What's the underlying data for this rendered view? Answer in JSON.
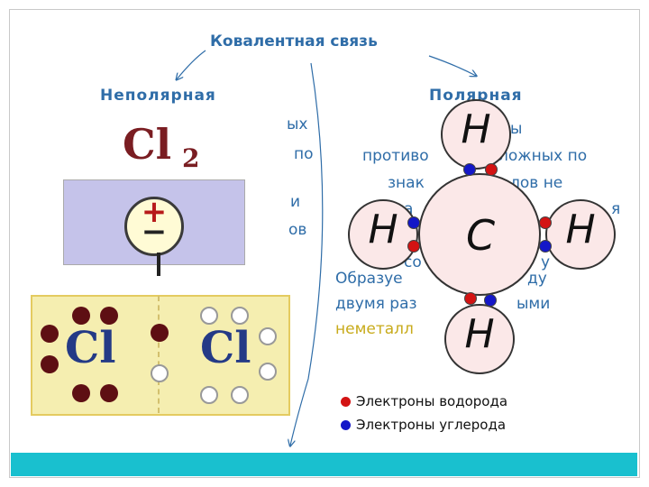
{
  "title": "Ковалентная связь",
  "heading_left": "Неполярная",
  "heading_right": "Полярная",
  "left_fragments": [
    "ых",
    "по",
    "и",
    "ов"
  ],
  "right_fragments": [
    "ы",
    "противо",
    "ложных по",
    "знак",
    "лов не",
    "а",
    "я",
    "со",
    "у"
  ],
  "overlay": {
    "line1a": "Образуе",
    "line1b": "ду",
    "line2a": "двумя раз",
    "line2b": "ыми",
    "gold": "неметалл"
  },
  "molecule_left": {
    "formula_main": "Cl",
    "formula_sub": "2",
    "pole_plus": "+",
    "pole_minus": "−"
  },
  "atoms": {
    "cl_left": "Cl",
    "cl_right": "Cl"
  },
  "methane": {
    "center": "C",
    "top": "H",
    "left": "H",
    "right": "H",
    "bottom": "H"
  },
  "colors": {
    "hydrogen_electron": "#d31313",
    "carbon_electron": "#1417c8",
    "accent": "#2f6da8",
    "bar": "#19c0cf"
  },
  "legend": [
    {
      "label": "Электроны водорода",
      "color": "#d31313"
    },
    {
      "label": "Электроны углерода",
      "color": "#1417c8"
    }
  ]
}
